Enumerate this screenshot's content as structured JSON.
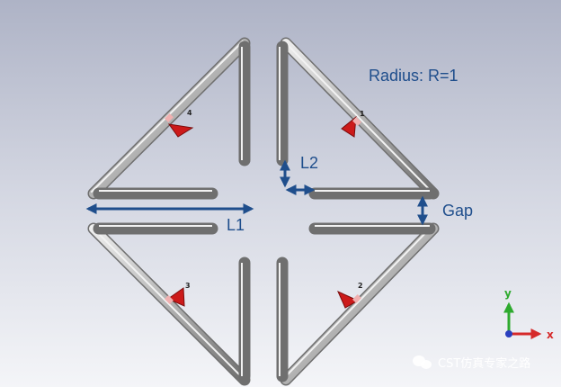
{
  "annotations": {
    "radius": "Radius: R=1",
    "l1": "L1",
    "l2": "L2",
    "gap": "Gap"
  },
  "ports": [
    "1",
    "2",
    "3",
    "4"
  ],
  "axes": {
    "x": "x",
    "y": "y"
  },
  "watermark": "CST仿真专家之路",
  "colors": {
    "annotation": "#1f4e8c",
    "tube": "#a8a8a8",
    "port": "#cc1a1a",
    "axis_x": "#d62a2a",
    "axis_y": "#2eaa2e"
  }
}
